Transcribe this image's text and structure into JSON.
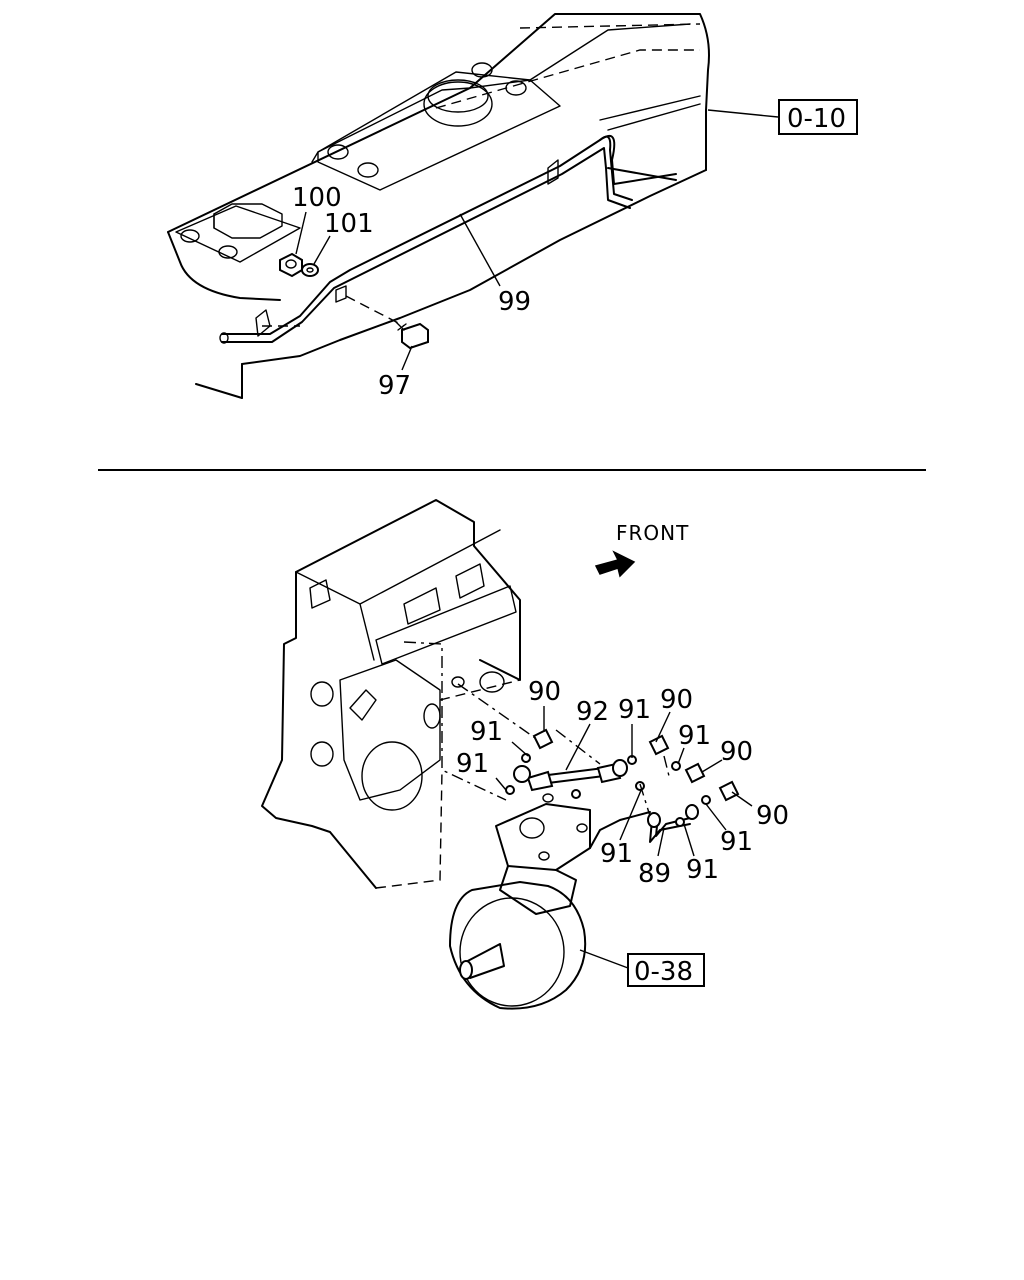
{
  "upper_view": {
    "ref_box": "0-10",
    "callouts": {
      "c100": "100",
      "c101": "101",
      "c99": "99",
      "c97": "97"
    }
  },
  "lower_view": {
    "direction_label": "FRONT",
    "ref_box": "0-38",
    "callouts": {
      "c90_a": "90",
      "c92": "92",
      "c91_a": "91",
      "c90_b": "90",
      "c91_b": "91",
      "c91_c": "91",
      "c91_d": "91",
      "c91_e": "91",
      "c90_c": "90",
      "c90_d": "90",
      "c91_f": "91",
      "c91_g": "91",
      "c89": "89"
    }
  }
}
